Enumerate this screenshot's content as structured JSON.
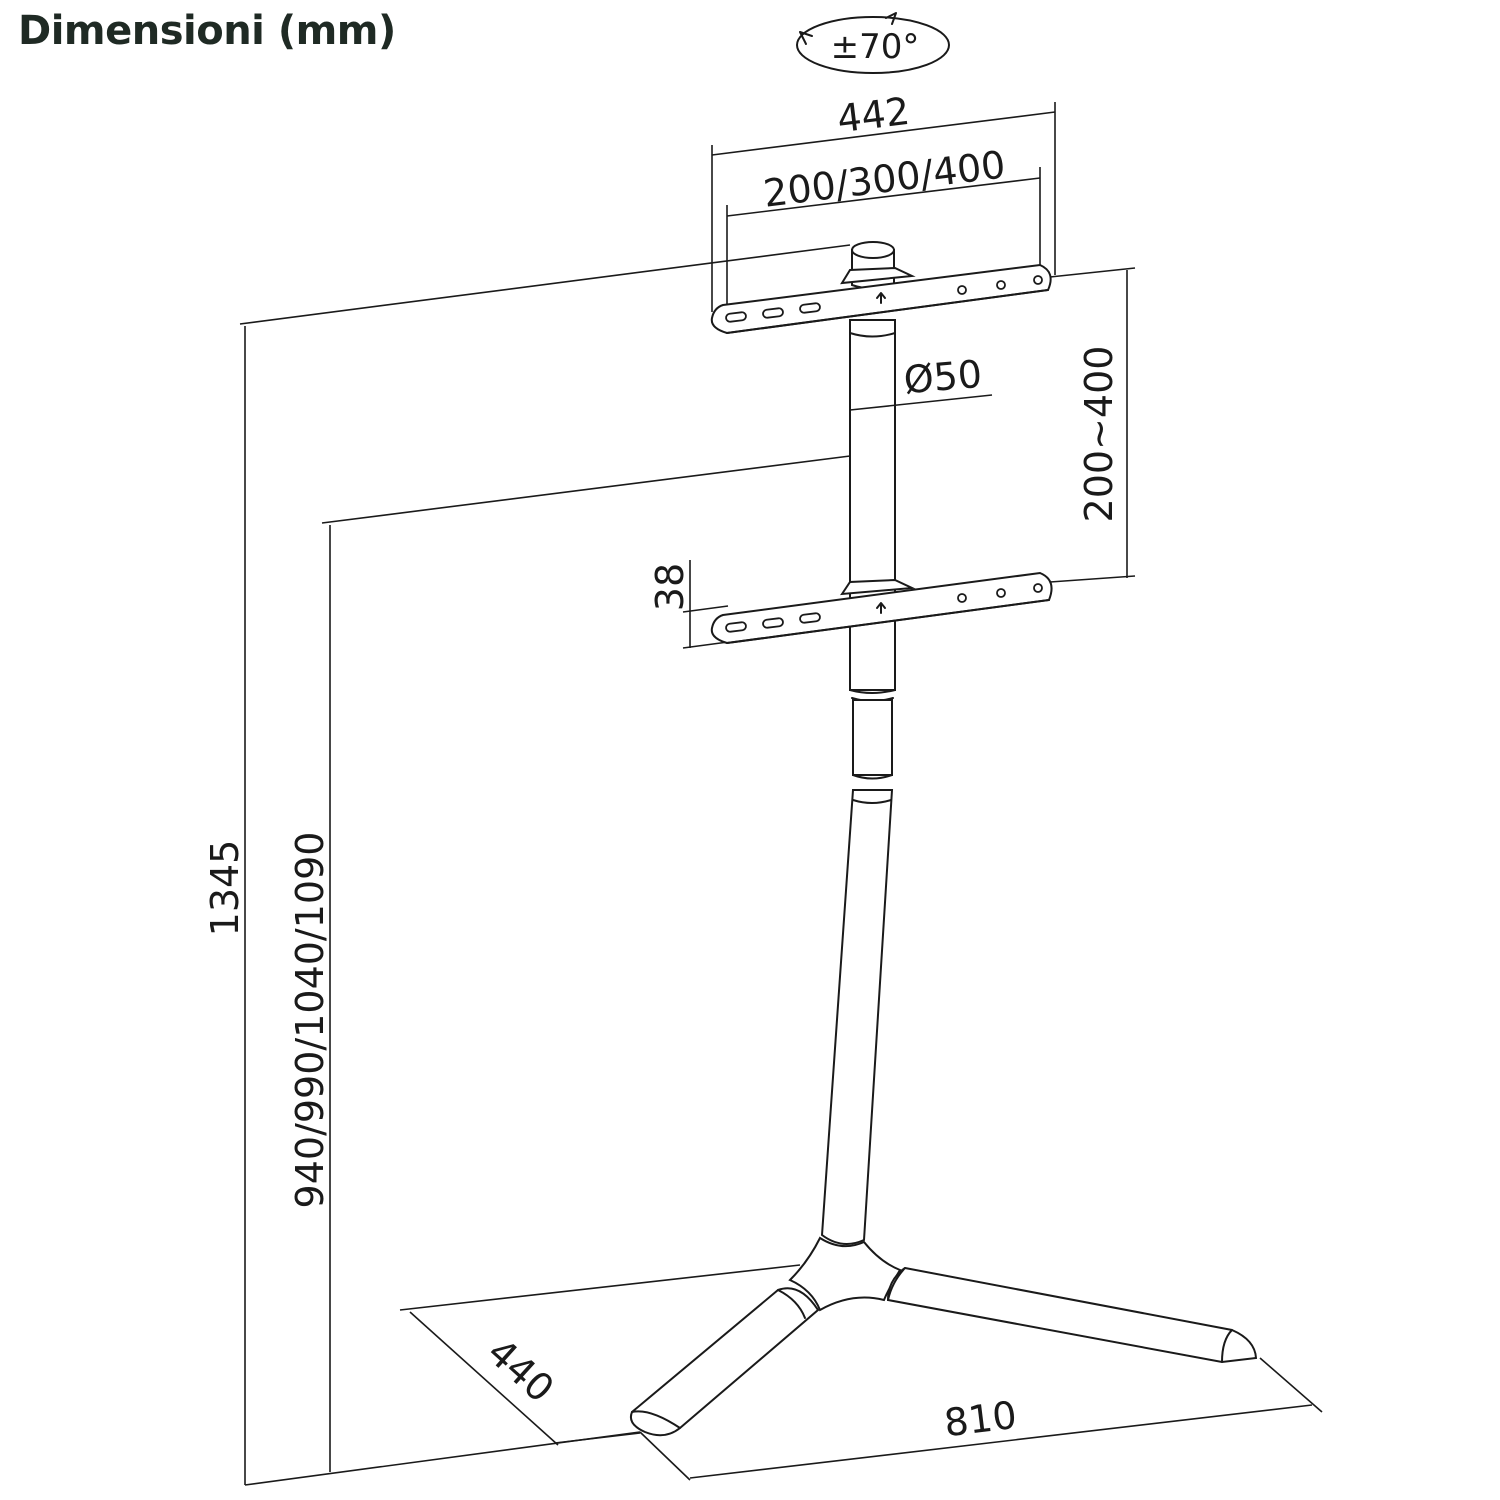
{
  "title": "Dimensioni (mm)",
  "dimensions": {
    "rotation": "±70°",
    "bracket_width": "442",
    "vesa_spacing": "200/300/400",
    "pole_diameter": "Ø50",
    "vertical_vesa": "200~400",
    "bracket_height": "38",
    "total_height": "1345",
    "bracket_heights": "940/990/1040/1090",
    "base_depth": "440",
    "base_width": "810"
  }
}
